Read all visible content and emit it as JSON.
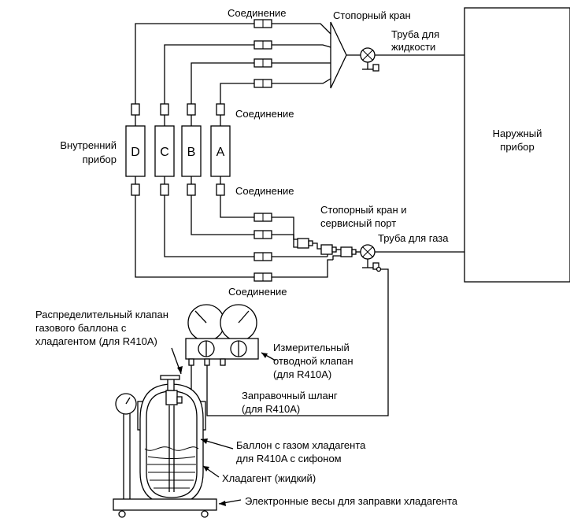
{
  "labels": {
    "connection_top": "Соединение",
    "stop_valve": "Стопорный кран",
    "liquid_pipe_line1": "Труба для",
    "liquid_pipe_line2": "жидкости",
    "connection_mid": "Соединение",
    "indoor_unit_line1": "Внутренний",
    "indoor_unit_line2": "прибор",
    "outdoor_unit_line1": "Наружный",
    "outdoor_unit_line2": "прибор",
    "connection_lower": "Соединение",
    "stop_valve_service_line1": "Стопорный кран и",
    "stop_valve_service_line2": "сервисный порт",
    "gas_pipe": "Труба для газа",
    "connection_bottom": "Соединение",
    "distribution_valve_line1": "Распределительный клапан",
    "distribution_valve_line2": "газового баллона с",
    "distribution_valve_line3": "хладагентом (для R410A)",
    "manifold_line1": "Измерительный",
    "manifold_line2": "отводной клапан",
    "manifold_line3": "(для R410A)",
    "hose_line1": "Заправочный шланг",
    "hose_line2": "(для R410A)",
    "cylinder_line1": "Баллон с газом хладагента",
    "cylinder_line2": "для R410A с сифоном",
    "refrigerant_liquid": "Хладагент (жидкий)",
    "scales": "Электронные весы для заправки хладагента"
  },
  "units": [
    "D",
    "C",
    "B",
    "A"
  ]
}
